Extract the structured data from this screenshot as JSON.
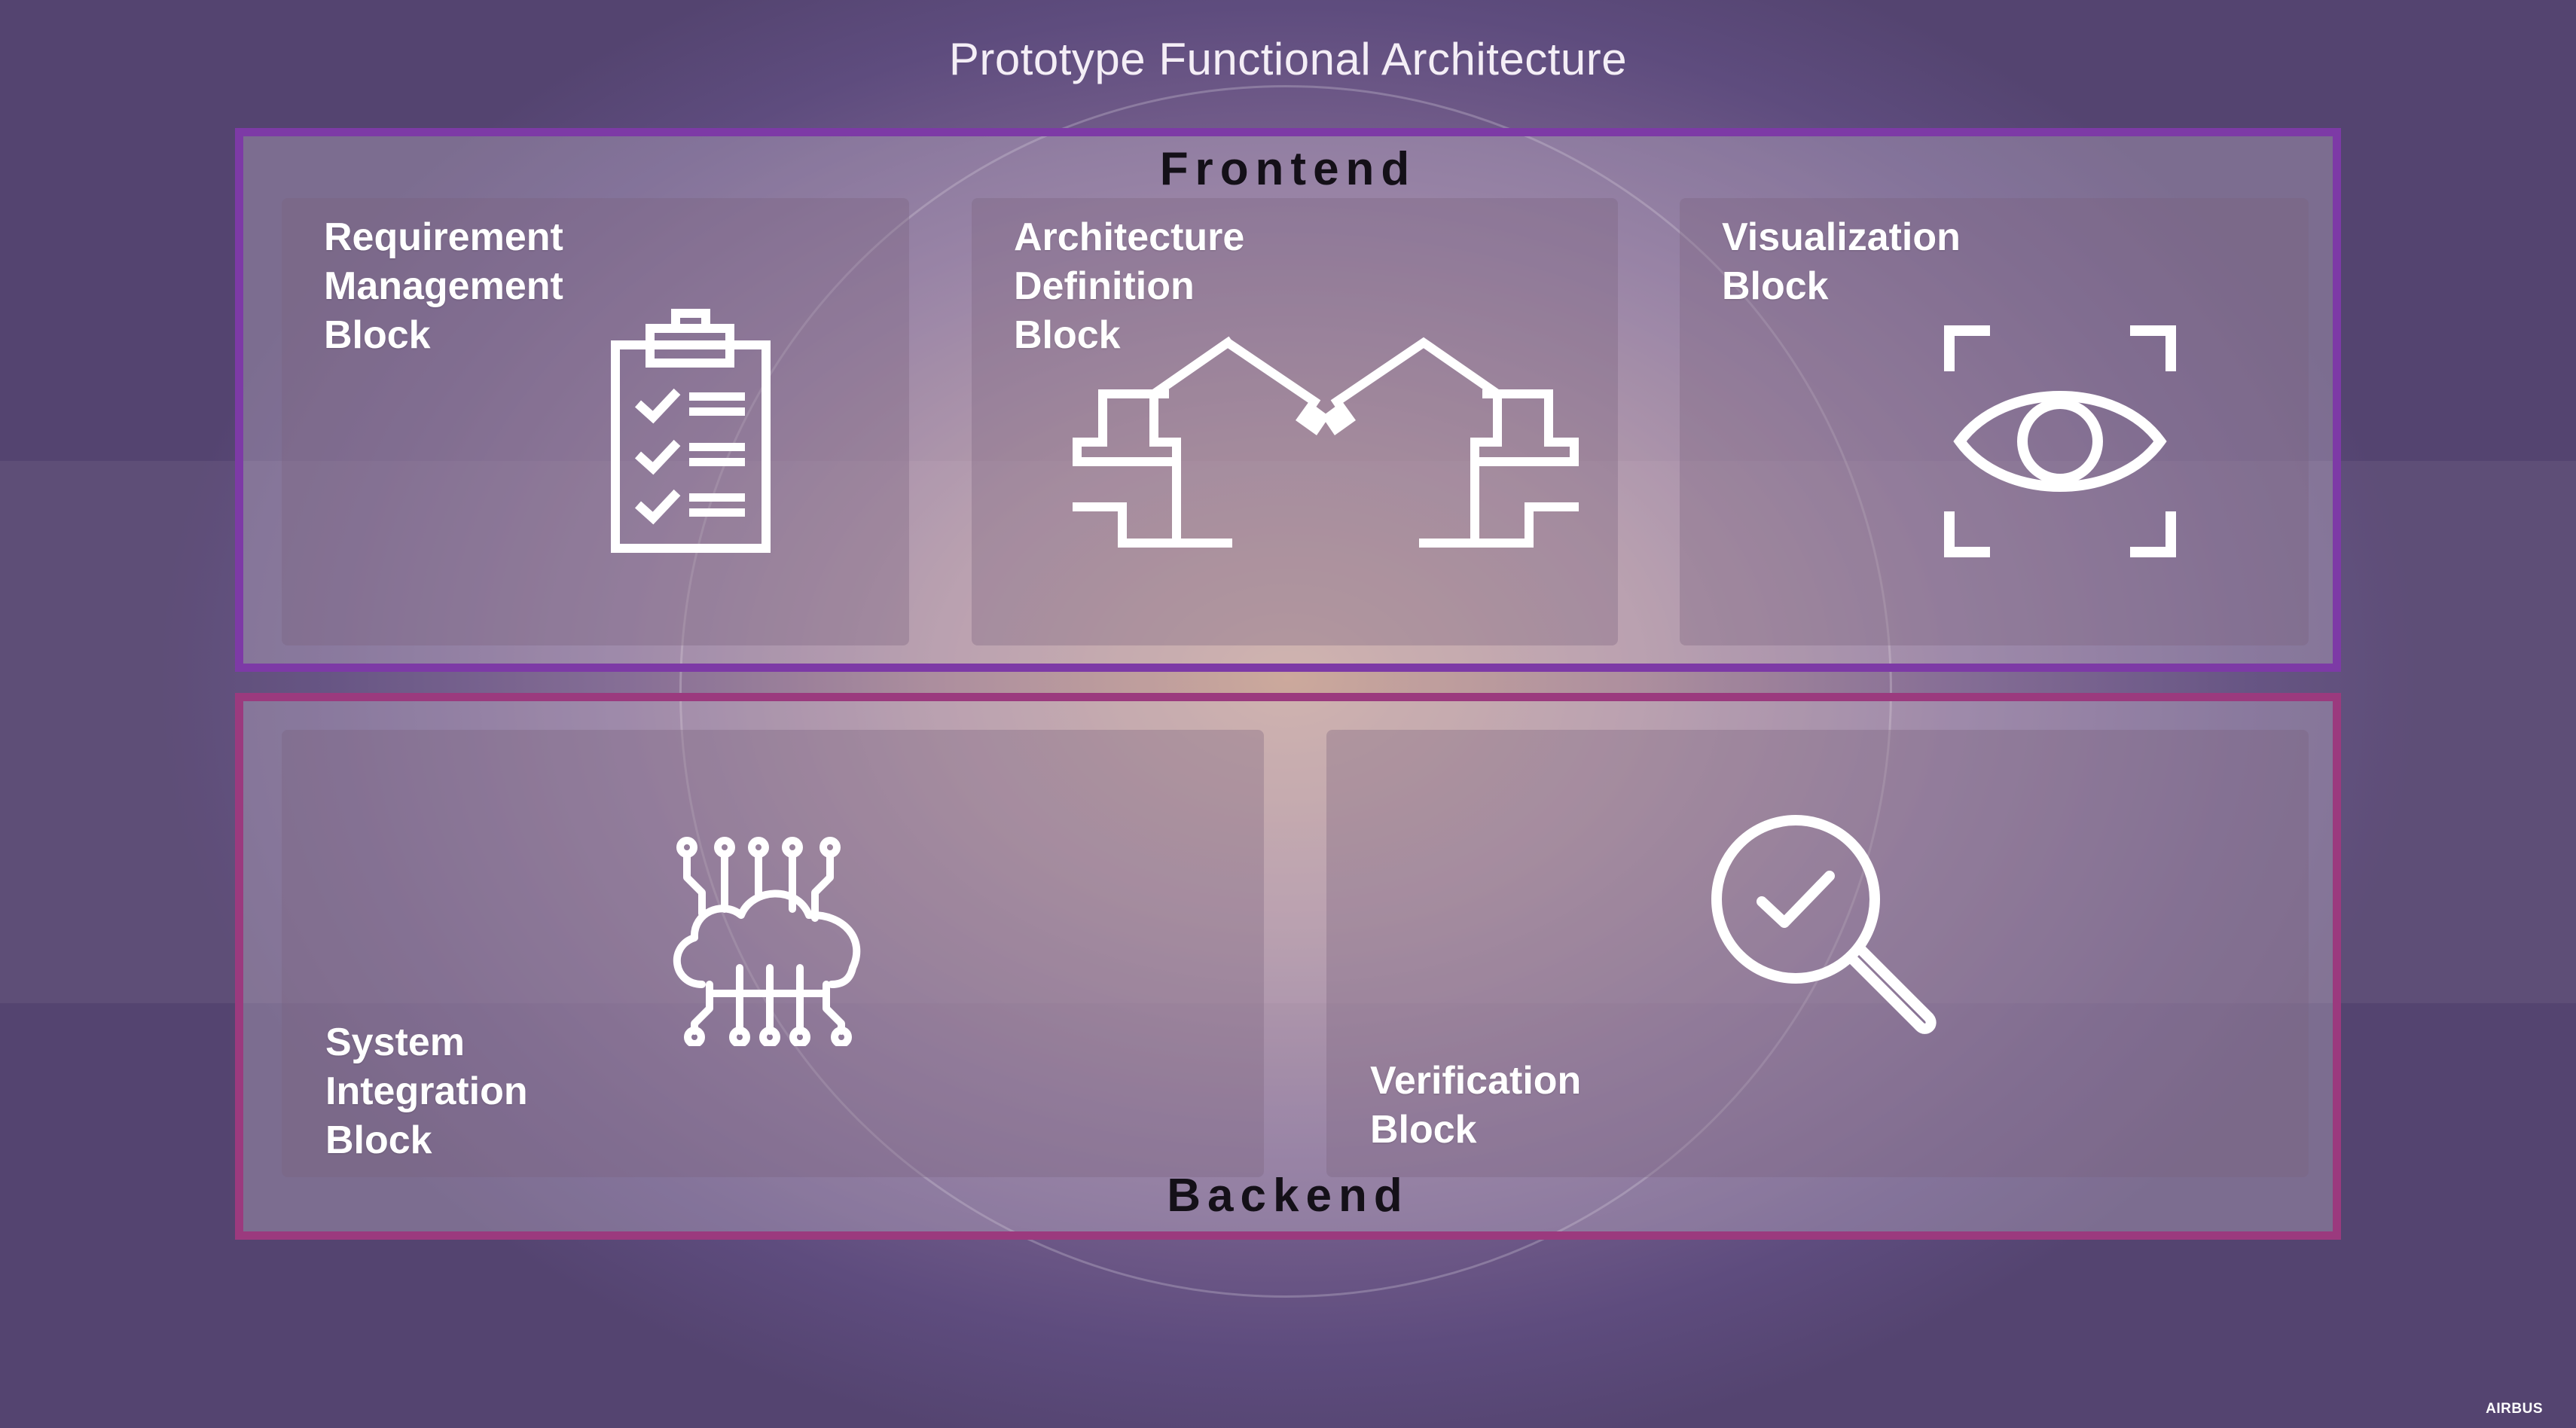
{
  "title": "Prototype Functional Architecture",
  "frontend": {
    "label": "Frontend",
    "blocks": [
      {
        "title": "Requirement\nManagement\nBlock",
        "icon": "clipboard-checklist-icon"
      },
      {
        "title": "Architecture\nDefinition\nBlock",
        "icon": "robot-arms-icon"
      },
      {
        "title": "Visualization\nBlock",
        "icon": "eye-scan-icon"
      }
    ]
  },
  "backend": {
    "label": "Backend",
    "blocks": [
      {
        "title": "System\nIntegration\nBlock",
        "icon": "cloud-circuit-icon"
      },
      {
        "title": "Verification\nBlock",
        "icon": "magnifier-check-icon"
      }
    ]
  },
  "logo": "AIRBUS",
  "colors": {
    "frontend_border": "#7d3aa6",
    "backend_border": "#9b3a7e",
    "block_text": "#ffffff",
    "section_label": "#141018"
  }
}
